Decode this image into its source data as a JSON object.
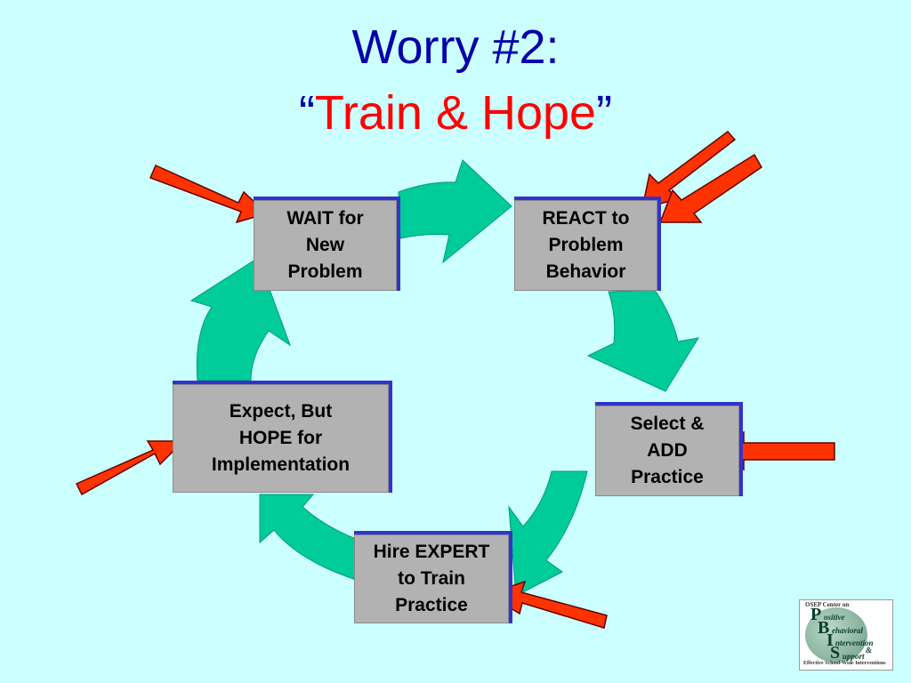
{
  "title": {
    "line1": "Worry #2:",
    "quote_open": "“",
    "line2": "Train & Hope",
    "quote_close": "”"
  },
  "nodes": {
    "wait": "WAIT for\nNew\nProblem",
    "react": "REACT to\nProblem\nBehavior",
    "select": "Select &\nADD\nPractice",
    "hire": "Hire EXPERT\nto Train\nPractice",
    "expect": "Expect, But\nHOPE for\nImplementation"
  },
  "logo": {
    "header": "OSEP Center on",
    "p": "P",
    "ositive": "ositive",
    "b": "B",
    "ehavioral": "ehavioral",
    "i": "I",
    "ntervention": "ntervention",
    "amp": "&",
    "s": "S",
    "upport": "upport",
    "footer": "Effective School-Wide Interventions"
  },
  "colors": {
    "background": "#CCFFFF",
    "cycle_arrow": "#00CC99",
    "pointer_arrow": "#FF3300",
    "box_fill": "#B2B2B2",
    "box_edge": "#3333CC"
  }
}
